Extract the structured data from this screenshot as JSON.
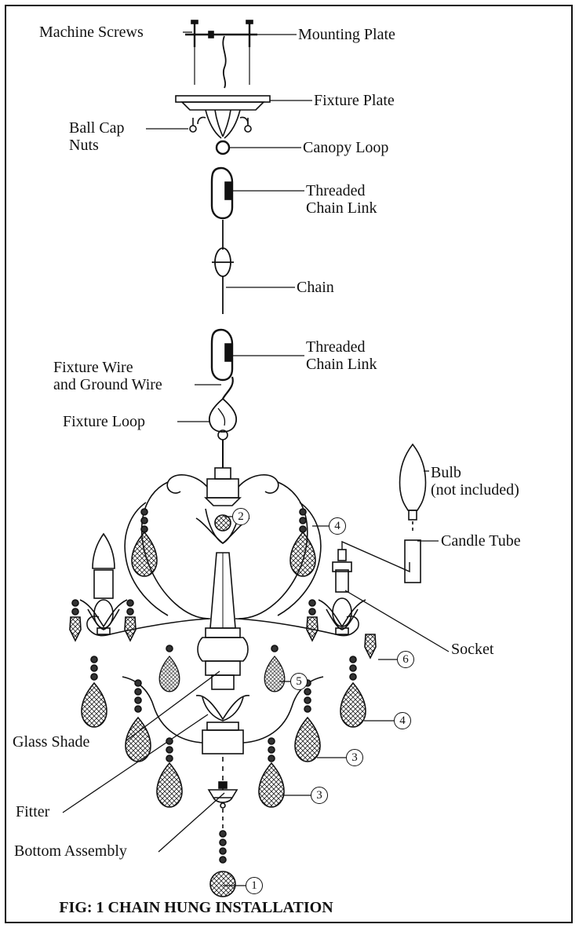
{
  "labels": {
    "machine_screws": "Machine Screws",
    "mounting_plate": "Mounting Plate",
    "fixture_plate": "Fixture Plate",
    "ball_cap_nuts_1": "Ball Cap",
    "ball_cap_nuts_2": "Nuts",
    "canopy_loop": "Canopy Loop",
    "threaded_chain_link_1": "Threaded",
    "threaded_chain_link_2": "Chain Link",
    "chain": "Chain",
    "threaded_chain_link2_1": "Threaded",
    "threaded_chain_link2_2": "Chain Link",
    "fixture_wire_1": "Fixture Wire",
    "fixture_wire_2": "and Ground Wire",
    "fixture_loop": "Fixture Loop",
    "bulb_1": "Bulb",
    "bulb_2": "(not included)",
    "candle_tube": "Candle Tube",
    "socket": "Socket",
    "glass_shade": "Glass Shade",
    "fitter": "Fitter",
    "bottom_assembly": "Bottom Assembly"
  },
  "callouts": {
    "n1": "1",
    "n2": "2",
    "n3a": "3",
    "n3b": "3",
    "n4a": "4",
    "n4b": "4",
    "n5": "5",
    "n6": "6"
  },
  "caption": "FIG: 1 CHAIN HUNG INSTALLATION"
}
